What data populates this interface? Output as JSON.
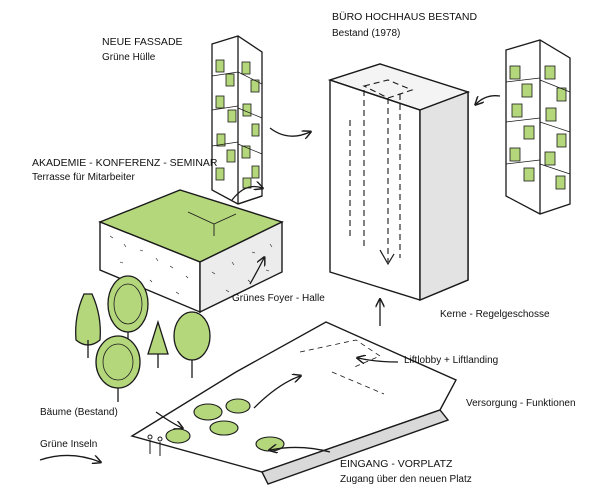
{
  "labels": {
    "neue_fassade": {
      "title": "NEUE FASSADE",
      "subtitle": "Grüne Hülle"
    },
    "buero": {
      "title": "BÜRO HOCHHAUS BESTAND",
      "subtitle": "Bestand (1978)"
    },
    "akademie": {
      "title": "AKADEMIE - KONFERENZ - SEMINAR",
      "subtitle": "Terrasse für Mitarbeiter"
    },
    "gruenes_foyer": "Grünes Foyer - Halle",
    "kerne": "Kerne - Regelgeschosse",
    "liftlobby": "Liftlobby + Liftlanding",
    "baeume": "Bäume (Bestand)",
    "versorgung": "Versorgung - Funktionen",
    "gruene_inseln": "Grüne Inseln",
    "eingang": {
      "title": "EINGANG - VORPLATZ",
      "subtitle": "Zugang über den neuen Platz"
    }
  },
  "colors": {
    "green": "#b5d77c",
    "ink": "#1a1a1a",
    "shade": "#d9d9d9"
  }
}
